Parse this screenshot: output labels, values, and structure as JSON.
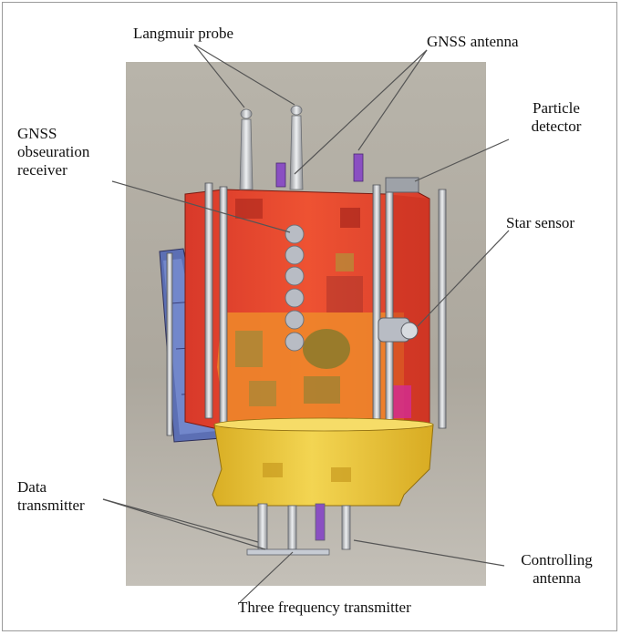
{
  "labels": {
    "langmuir_probe": "Langmuir probe",
    "gnss_antenna": "GNSS antenna",
    "particle_detector": [
      "Particle",
      "detector"
    ],
    "gnss_receiver": [
      "GNSS",
      "obseuration",
      "receiver"
    ],
    "star_sensor": "Star sensor",
    "data_transmitter": [
      "Data",
      "transmitter"
    ],
    "controlling_antenna": [
      "Controlling",
      "antenna"
    ],
    "three_frequency_transmitter": "Three frequency transmitter"
  },
  "colors": {
    "background": "#b4b0a6",
    "body_red": "#e5432c",
    "body_orange": "#ed8a24",
    "adapter_yellow": "#e9c53a",
    "panel_blue": "#6d84c8",
    "antenna_purple": "#8a4fc2",
    "leader_line": "#555555"
  }
}
